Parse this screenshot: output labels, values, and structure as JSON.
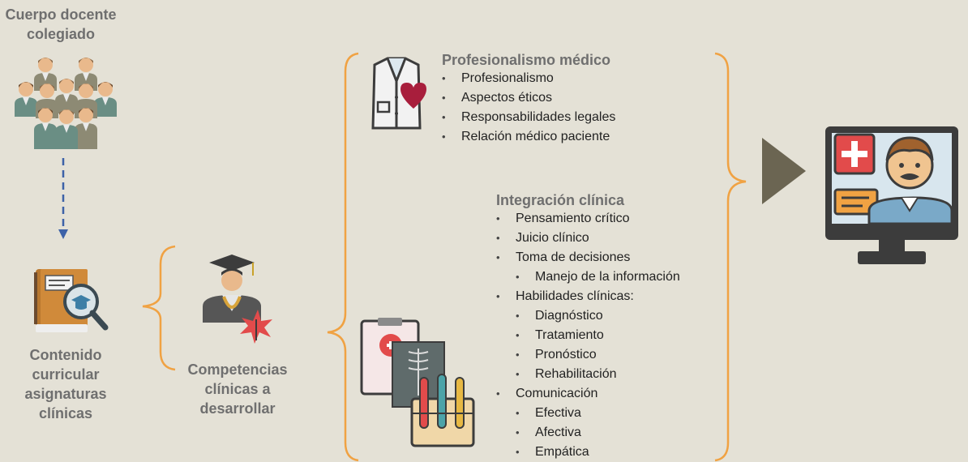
{
  "faculty": {
    "title": "Cuerpo docente colegiado"
  },
  "curriculum": {
    "title": "Contenido curricular asignaturas clínicas"
  },
  "competencies": {
    "title": "Competencias clínicas a desarrollar"
  },
  "professionalism": {
    "title": "Profesionalismo médico",
    "items": [
      "Profesionalismo",
      "Aspectos éticos",
      "Responsabilidades legales",
      "Relación médico paciente"
    ]
  },
  "clinical_integration": {
    "title": "Integración clínica",
    "items": [
      {
        "label": "Pensamiento crítico",
        "children": []
      },
      {
        "label": "Juicio clínico",
        "children": []
      },
      {
        "label": "Toma de decisiones",
        "children": [
          "Manejo de la información"
        ]
      },
      {
        "label": "Habilidades clínicas:",
        "children": [
          "Diagnóstico",
          "Tratamiento",
          "Pronóstico",
          "Rehabilitación"
        ]
      },
      {
        "label": "Comunicación",
        "children": [
          "Efectiva",
          "Afectiva",
          "Empática"
        ]
      }
    ]
  },
  "colors": {
    "bracket": "#f0a243",
    "arrow": "#6b6552",
    "dashed_arrow": "#3d62a8",
    "heading": "#6f6f6f"
  },
  "icons": [
    "faculty-group-icon",
    "curriculum-book-icon",
    "graduate-doctor-icon",
    "doctor-coat-heart-icon",
    "clinical-lab-icon",
    "telemedicine-monitor-icon"
  ]
}
